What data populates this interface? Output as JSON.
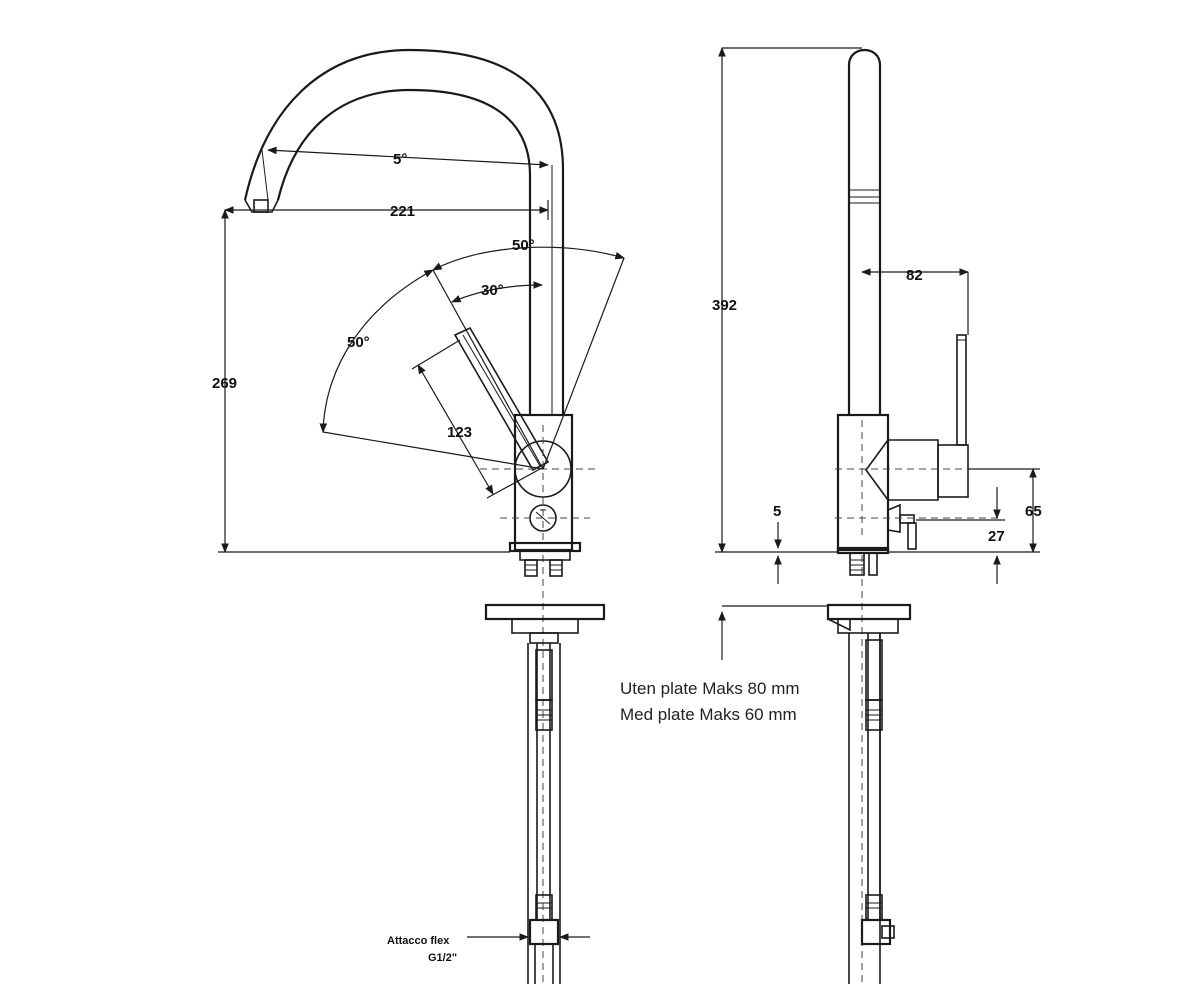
{
  "dimensions": {
    "angle_top": "5°",
    "reach": "221",
    "height_spout": "269",
    "angle_right": "50°",
    "angle_mid": "30°",
    "angle_left": "50°",
    "lever": "123",
    "total_height": "392",
    "side_offset": "82",
    "base_clearance": "5",
    "lever_height": "65",
    "outlet_height": "27"
  },
  "connection": {
    "line1": "Attacco flex",
    "line2": "G1/2\""
  },
  "note": "Uten plate Maks 80 mm Med plate Maks 60 mm"
}
